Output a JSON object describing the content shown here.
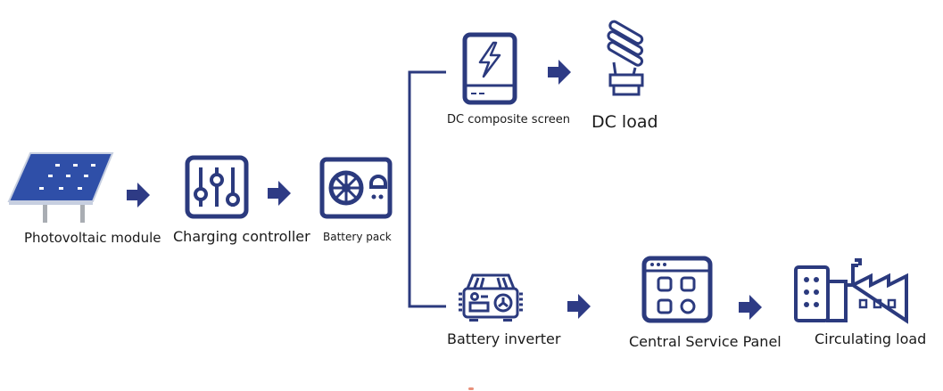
{
  "colors": {
    "icon": "#2b3a7e",
    "arrow": "#2e3b85",
    "panel": "#2f4fa8",
    "panel_border": "#c7cfe0",
    "stand": "#a9adb3",
    "text": "#1a1a1a"
  },
  "nodes": {
    "pv_module": {
      "label": "Photovoltaic module",
      "icon": "solar-panel-icon"
    },
    "charging_controller": {
      "label": "Charging controller",
      "icon": "sliders-icon"
    },
    "battery_pack": {
      "label": "Battery pack",
      "icon": "battery-pack-icon"
    },
    "dc_screen": {
      "label": "DC composite screen",
      "icon": "power-bank-icon"
    },
    "dc_load": {
      "label": "DC load",
      "icon": "light-bulb-icon"
    },
    "battery_inverter": {
      "label": "Battery inverter",
      "icon": "inverter-icon"
    },
    "service_panel": {
      "label": "Central Service Panel",
      "icon": "app-window-icon"
    },
    "circulating_load": {
      "label": "Circulating load",
      "icon": "factory-icon"
    }
  }
}
